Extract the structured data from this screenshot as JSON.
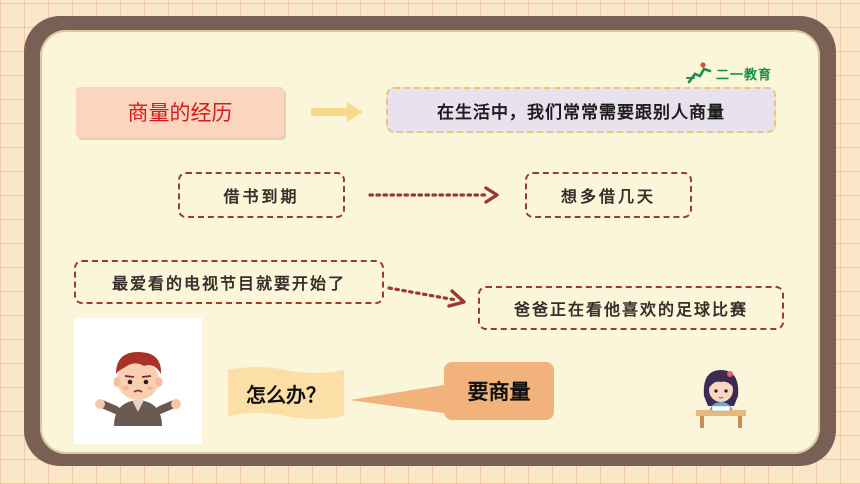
{
  "logo": {
    "text": "二一教育",
    "icon": "running-figure-icon",
    "color": "#1c8f4a"
  },
  "title": {
    "label": "商量的经历",
    "color": "#d7181f"
  },
  "topic": {
    "text": "在生活中，我们常常需要跟别人商量"
  },
  "scenario1": {
    "situation": "借书到期",
    "wish": "想多借几天"
  },
  "scenario2": {
    "situation": "最爱看的电视节目就要开始了",
    "wish": "爸爸正在看他喜欢的足球比赛"
  },
  "question": {
    "text": "怎么办？"
  },
  "answer": {
    "text": "要商量"
  },
  "images": {
    "boy": "confused-boy-illustration",
    "girl": "girl-at-desk-illustration"
  }
}
